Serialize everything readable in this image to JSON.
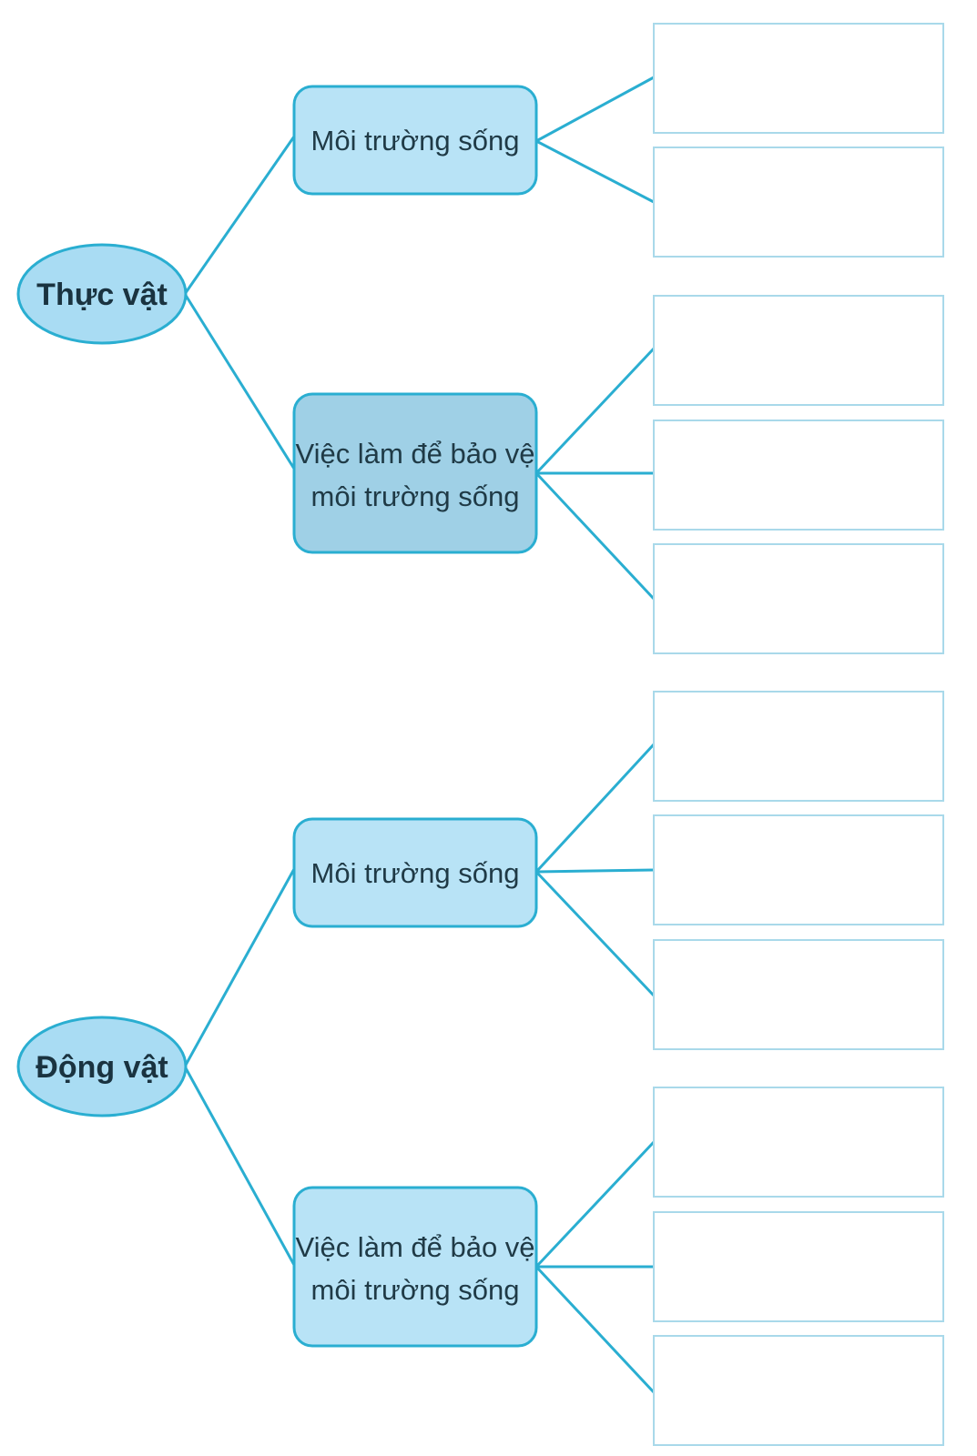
{
  "groups": [
    {
      "root": "Thực vật",
      "branches": [
        {
          "lines": [
            "Môi trường sống"
          ]
        },
        {
          "lines": [
            "Việc làm để bảo vệ",
            "môi trường sống"
          ]
        }
      ]
    },
    {
      "root": "Động vật",
      "branches": [
        {
          "lines": [
            "Môi trường sống"
          ]
        },
        {
          "lines": [
            "Việc làm để bảo vệ",
            "môi trường sống"
          ]
        }
      ]
    }
  ],
  "colors": {
    "line": "#2aaed1",
    "node_fill": "#b8e3f6",
    "node_fill_dark": "#9fd0e6",
    "root_fill": "#a9dcf3",
    "box_border": "#a9d9ea"
  }
}
